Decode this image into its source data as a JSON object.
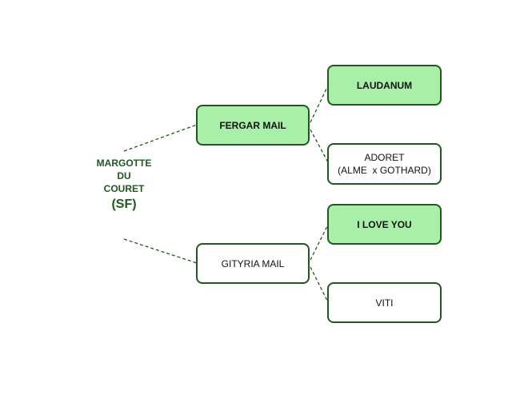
{
  "colors": {
    "border": "#1e5a1e",
    "highlight_fill": "#a8f0a8",
    "plain_fill": "#ffffff",
    "root_text": "#1e5a1e"
  },
  "root": {
    "lines": [
      "MARGOTTE",
      "DU",
      "COURET"
    ],
    "suffix": "(SF)"
  },
  "parents": [
    {
      "label": "FERGAR MAIL",
      "highlighted": true
    },
    {
      "label": "GITYRIA MAIL",
      "highlighted": false
    }
  ],
  "grandparents": [
    {
      "lines": [
        "LAUDANUM"
      ],
      "highlighted": true
    },
    {
      "lines": [
        "ADORET",
        "(ALME  x GOTHARD)"
      ],
      "highlighted": false
    },
    {
      "lines": [
        "I LOVE YOU"
      ],
      "highlighted": true
    },
    {
      "lines": [
        "VITI"
      ],
      "highlighted": false
    }
  ]
}
